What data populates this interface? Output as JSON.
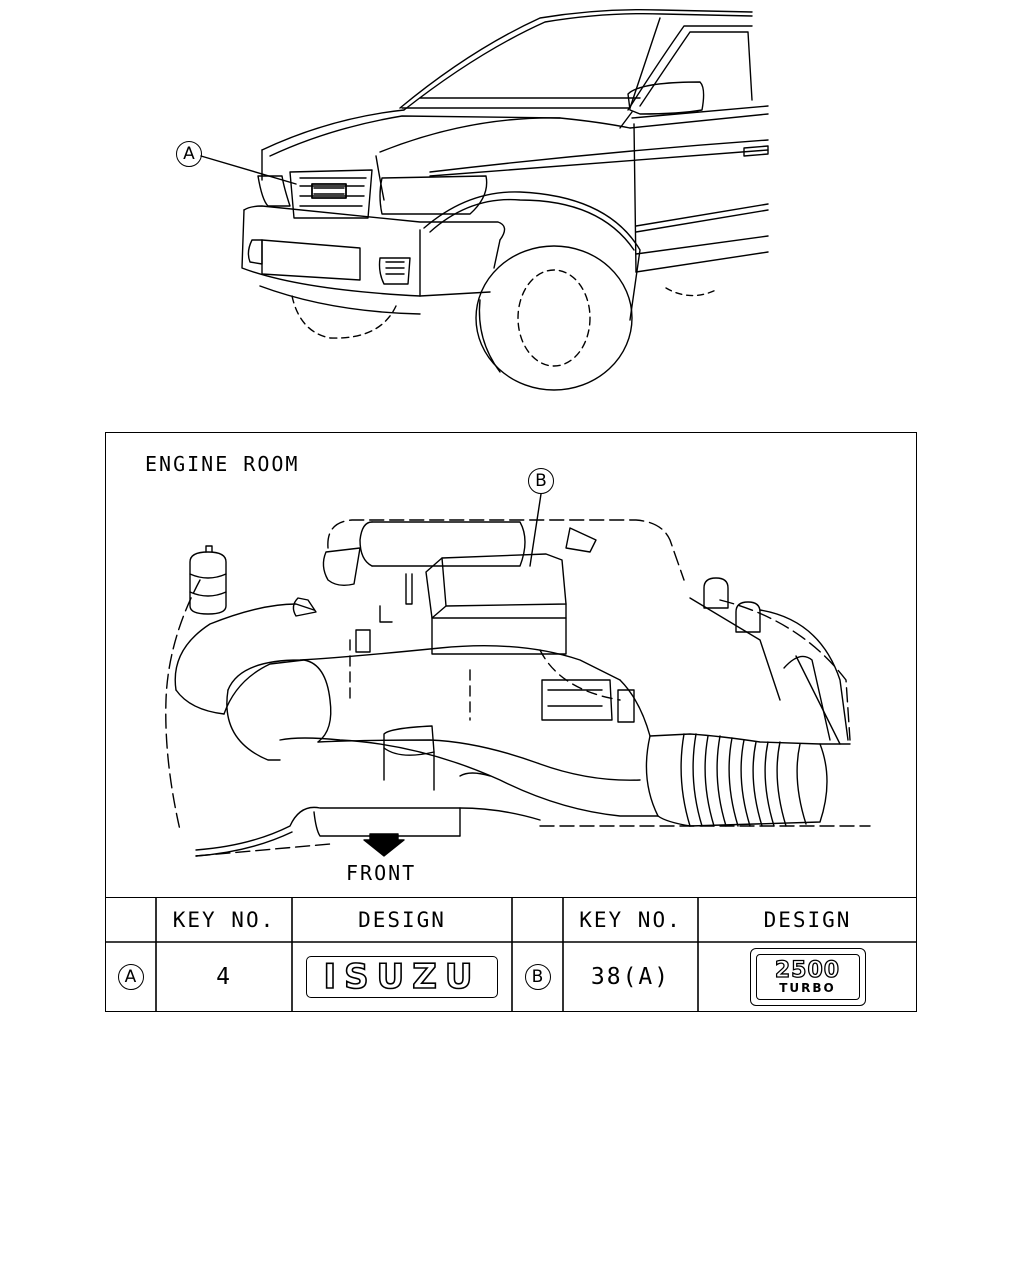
{
  "callouts": {
    "a": "A",
    "b": "B"
  },
  "engine_panel": {
    "title": "ENGINE ROOM",
    "direction_label": "FRONT"
  },
  "table": {
    "headers": {
      "blank": "",
      "key_no": "KEY NO.",
      "design": "DESIGN"
    },
    "rows": [
      {
        "marker": "A",
        "key_no": "4",
        "design_text": "ISUZU"
      },
      {
        "marker": "B",
        "key_no": "38(A)",
        "design_text_line1": "2500",
        "design_text_line2": "TURBO"
      }
    ]
  },
  "icons": [
    "front-arrow-icon",
    "isuzu-emblem",
    "2500-turbo-emblem"
  ]
}
